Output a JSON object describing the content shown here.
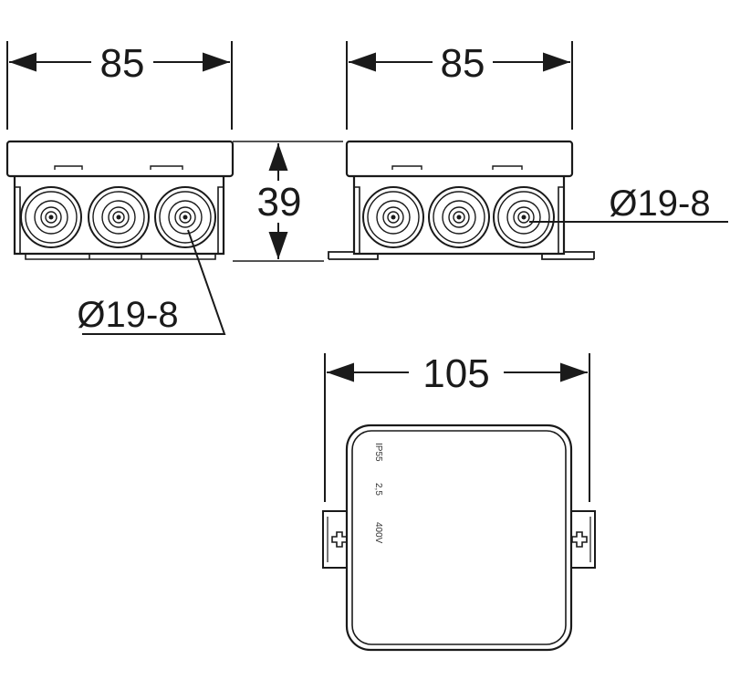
{
  "dimensions": {
    "front_width": "85",
    "side_width": "85",
    "height": "39",
    "top_width": "105",
    "gland_front": "Ø19-8",
    "gland_side": "Ø19-8"
  },
  "lid_markings": [
    "IP55",
    "2,5",
    "400V"
  ],
  "colors": {
    "line": "#1a1a1a",
    "background": "#ffffff"
  }
}
